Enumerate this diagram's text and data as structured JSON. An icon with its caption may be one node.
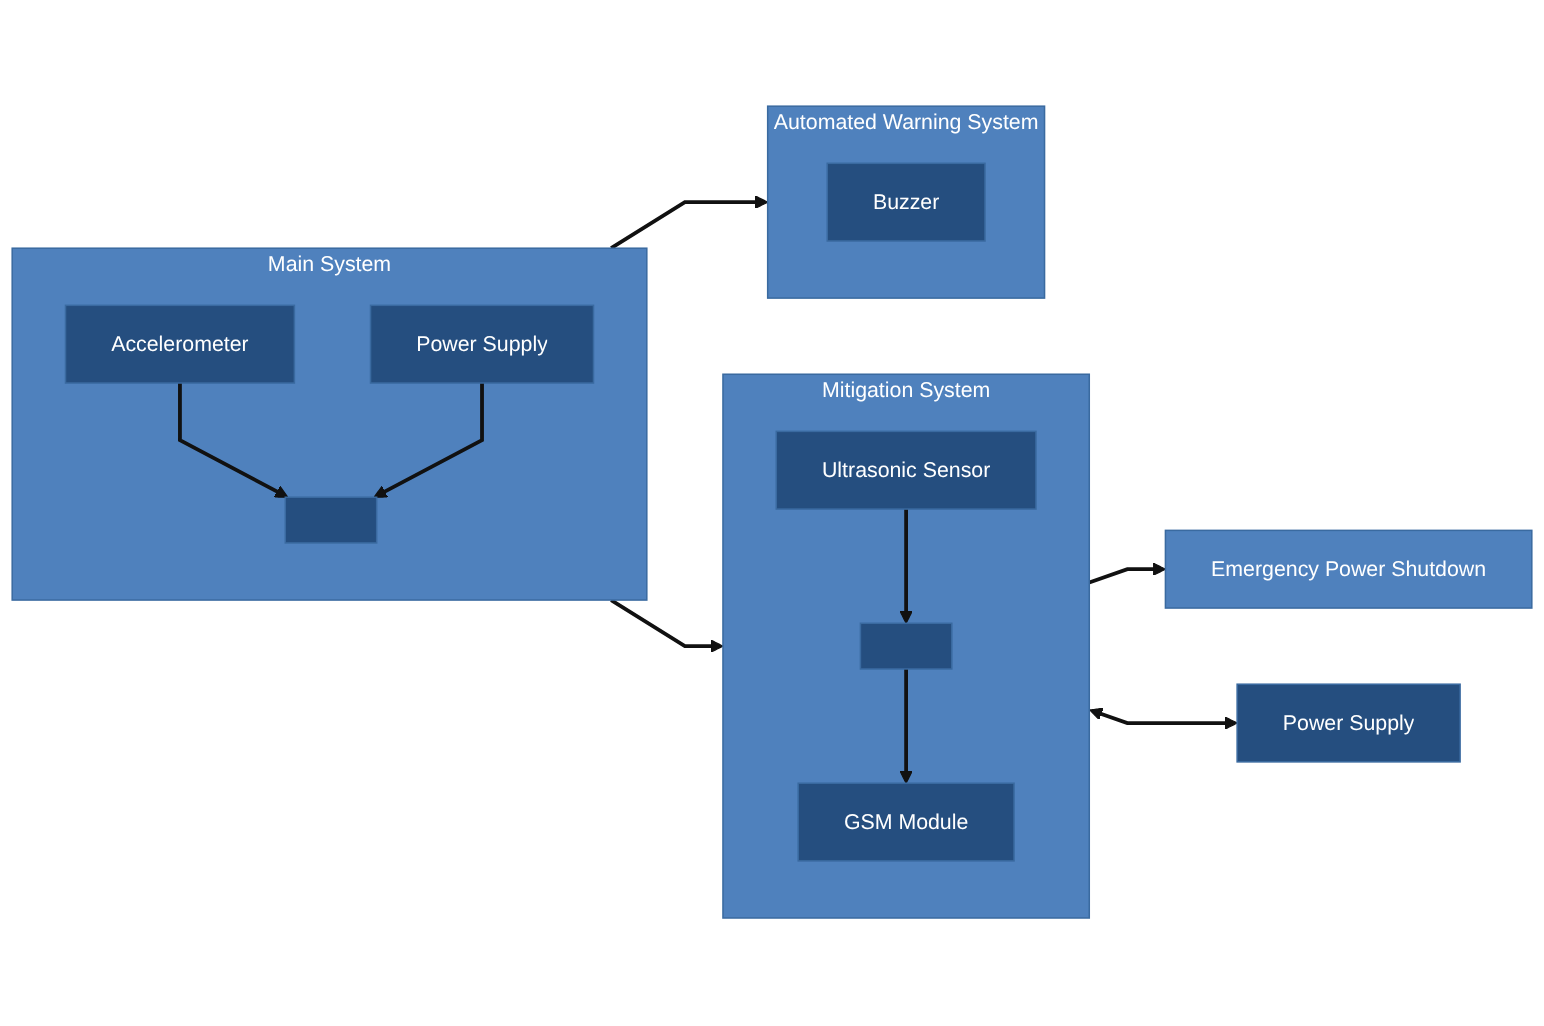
{
  "diagram": {
    "nodes": [
      {
        "text": [
          "Main System"
        ]
      },
      {
        "text": [
          "Accelerometer"
        ],
        "in": 0
      },
      {
        "text": [
          "Power Supply"
        ],
        "in": 0
      },
      {
        "text": [],
        "shape": "box",
        "in": 0
      },
      {
        "text": [
          "Mitigation System"
        ]
      },
      {
        "text": [
          "Ultrasonic Sensor"
        ],
        "in": 4
      },
      {
        "text": [],
        "shape": "box",
        "in": 4
      },
      {
        "text": [
          "GSM Module"
        ],
        "in": 4
      },
      {
        "text": [
          "Emergency Power Shutdown"
        ]
      },
      {
        "text": [
          "Automated Warning System"
        ]
      },
      {
        "text": [
          "Buzzer"
        ],
        "in": 9
      },
      {
        "text": [
          "Power Supply"
        ]
      }
    ],
    "edges": [
      {
        "from": 1,
        "to": 3,
        "arrow": "to"
      },
      {
        "from": 2,
        "to": 3,
        "arrow": "to"
      },
      {
        "from": 0,
        "to": 4,
        "arrow": "to"
      },
      {
        "from": 5,
        "to": 6,
        "arrow": "to"
      },
      {
        "from": 6,
        "to": 7,
        "arrow": "to"
      },
      {
        "from": 4,
        "to": 8,
        "arrow": "to"
      },
      {
        "from": 0,
        "to": 9,
        "arrow": "to"
      },
      {
        "from": 4,
        "to": 11,
        "arrow": "both"
      }
    ]
  }
}
